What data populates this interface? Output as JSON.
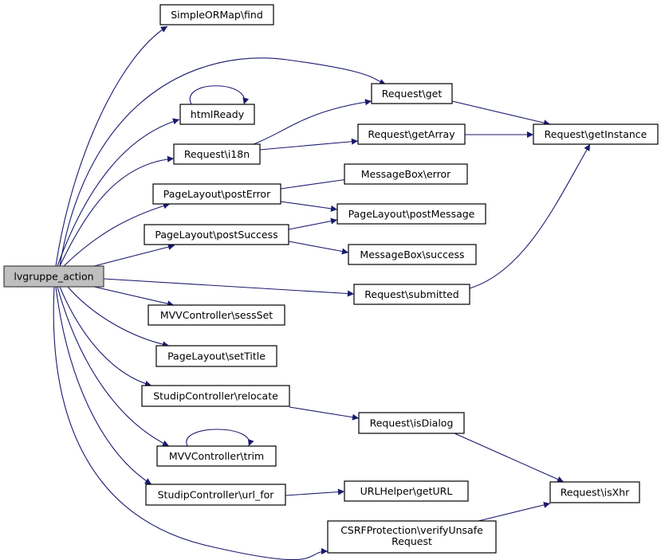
{
  "diagram": {
    "type": "call-graph",
    "edge_color": "#191970",
    "root_fill": "#bfbfbf",
    "nodes": [
      {
        "id": "action",
        "label": "lvgruppe_action",
        "root": true
      },
      {
        "id": "find",
        "label": "SimpleORMap\\find"
      },
      {
        "id": "get",
        "label": "Request\\get"
      },
      {
        "id": "htmlReady",
        "label": "htmlReady"
      },
      {
        "id": "i18n",
        "label": "Request\\i18n"
      },
      {
        "id": "getArray",
        "label": "Request\\getArray"
      },
      {
        "id": "getInstance",
        "label": "Request\\getInstance"
      },
      {
        "id": "error",
        "label": "MessageBox\\error"
      },
      {
        "id": "postError",
        "label": "PageLayout\\postError"
      },
      {
        "id": "postMessage",
        "label": "PageLayout\\postMessage"
      },
      {
        "id": "postSuccess",
        "label": "PageLayout\\postSuccess"
      },
      {
        "id": "success",
        "label": "MessageBox\\success"
      },
      {
        "id": "submitted",
        "label": "Request\\submitted"
      },
      {
        "id": "sessSet",
        "label": "MVVController\\sessSet"
      },
      {
        "id": "setTitle",
        "label": "PageLayout\\setTitle"
      },
      {
        "id": "relocate",
        "label": "StudipController\\relocate"
      },
      {
        "id": "isDialog",
        "label": "Request\\isDialog"
      },
      {
        "id": "trim",
        "label": "MVVController\\trim"
      },
      {
        "id": "url_for",
        "label": "StudipController\\url_for"
      },
      {
        "id": "getURL",
        "label": "URLHelper\\getURL"
      },
      {
        "id": "isXhr",
        "label": "Request\\isXhr"
      },
      {
        "id": "verifyUnsafe",
        "label": "CSRFProtection\\verifyUnsafe",
        "label2": "Request"
      }
    ],
    "edges": [
      [
        "action",
        "find"
      ],
      [
        "action",
        "get"
      ],
      [
        "htmlReady",
        "htmlReady"
      ],
      [
        "action",
        "htmlReady"
      ],
      [
        "action",
        "i18n"
      ],
      [
        "i18n",
        "get"
      ],
      [
        "i18n",
        "getArray"
      ],
      [
        "get",
        "getInstance"
      ],
      [
        "getArray",
        "getInstance"
      ],
      [
        "action",
        "postError"
      ],
      [
        "postError",
        "error"
      ],
      [
        "postError",
        "postMessage"
      ],
      [
        "action",
        "postSuccess"
      ],
      [
        "postSuccess",
        "postMessage"
      ],
      [
        "postSuccess",
        "success"
      ],
      [
        "action",
        "submitted"
      ],
      [
        "submitted",
        "getInstance"
      ],
      [
        "action",
        "sessSet"
      ],
      [
        "action",
        "setTitle"
      ],
      [
        "action",
        "relocate"
      ],
      [
        "relocate",
        "isDialog"
      ],
      [
        "isDialog",
        "isXhr"
      ],
      [
        "trim",
        "trim"
      ],
      [
        "action",
        "trim"
      ],
      [
        "action",
        "url_for"
      ],
      [
        "url_for",
        "getURL"
      ],
      [
        "verifyUnsafe",
        "isXhr"
      ],
      [
        "action",
        "verifyUnsafe"
      ]
    ]
  }
}
